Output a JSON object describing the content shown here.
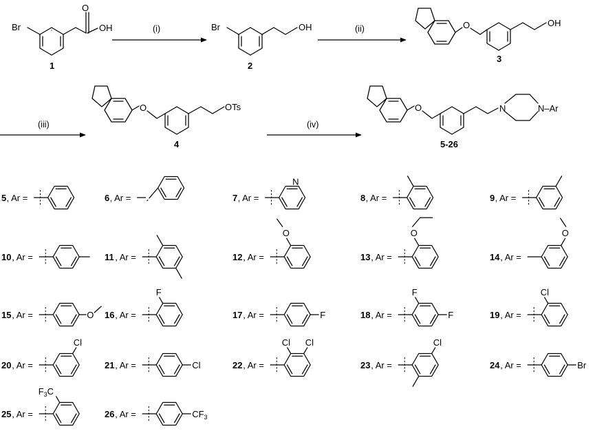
{
  "reaction": {
    "steps": [
      {
        "id": "step-i",
        "label": "(i)"
      },
      {
        "id": "step-ii",
        "label": "(ii)"
      },
      {
        "id": "step-iii",
        "label": "(iii)"
      },
      {
        "id": "step-iv",
        "label": "(iv)"
      }
    ],
    "compounds": [
      {
        "id": "compound-1",
        "number": "1"
      },
      {
        "id": "compound-2",
        "number": "2"
      },
      {
        "id": "compound-3",
        "number": "3"
      },
      {
        "id": "compound-4",
        "number": "4"
      },
      {
        "id": "compound-5-26",
        "number": "5-26"
      }
    ],
    "atoms": {
      "br": "Br",
      "oh": "OH",
      "o": "O",
      "ots": "OTs",
      "n": "N",
      "n_ar": "N–Ar",
      "f": "F",
      "cl": "Cl",
      "f3c_prefix": "F",
      "f3c_sub": "3",
      "f3c_suffix": "C",
      "cf3_prefix": "CF",
      "cf3_sub": "3"
    }
  },
  "substituents": {
    "ar_label": ", Ar =",
    "items": [
      {
        "number": "5"
      },
      {
        "number": "6"
      },
      {
        "number": "7"
      },
      {
        "number": "8"
      },
      {
        "number": "9"
      },
      {
        "number": "10"
      },
      {
        "number": "11"
      },
      {
        "number": "12"
      },
      {
        "number": "13"
      },
      {
        "number": "14"
      },
      {
        "number": "15"
      },
      {
        "number": "16"
      },
      {
        "number": "17"
      },
      {
        "number": "18"
      },
      {
        "number": "19"
      },
      {
        "number": "20"
      },
      {
        "number": "21"
      },
      {
        "number": "22"
      },
      {
        "number": "23"
      },
      {
        "number": "24"
      },
      {
        "number": "25"
      },
      {
        "number": "26"
      }
    ]
  }
}
